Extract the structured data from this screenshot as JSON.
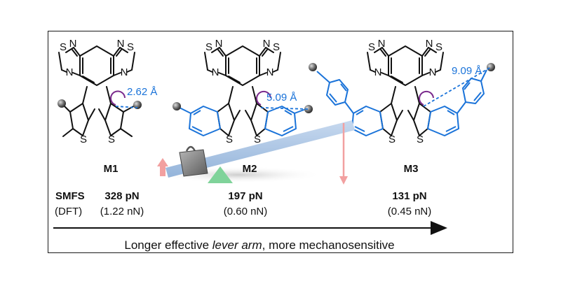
{
  "molecules": [
    {
      "name": "M1",
      "force_smfs": "328 pN",
      "force_dft": "(1.22 nN)",
      "distance": "2.62 Å"
    },
    {
      "name": "M2",
      "force_smfs": "197 pN",
      "force_dft": "(0.60 nN)",
      "distance": "5.09 Å"
    },
    {
      "name": "M3",
      "force_smfs": "131 pN",
      "force_dft": "(0.45 nN)",
      "distance": "9.09 Å"
    }
  ],
  "row_labels": {
    "smfs": "SMFS",
    "dft": "(DFT)"
  },
  "atom_labels": {
    "sulfur": "S",
    "nitrogen": "N"
  },
  "caption": {
    "before": "Longer effective ",
    "emphasis": "lever arm",
    "after": ", more mechanosensitive"
  },
  "colors": {
    "bond": "#111111",
    "highlight_blue": "#1a73d9",
    "arc_purple": "#7a2a8c",
    "lever": "#a9c4e4",
    "fulcrum": "#7fd39a",
    "arrow_pink": "#f2a0a0",
    "weight": "#8a8a8a"
  }
}
